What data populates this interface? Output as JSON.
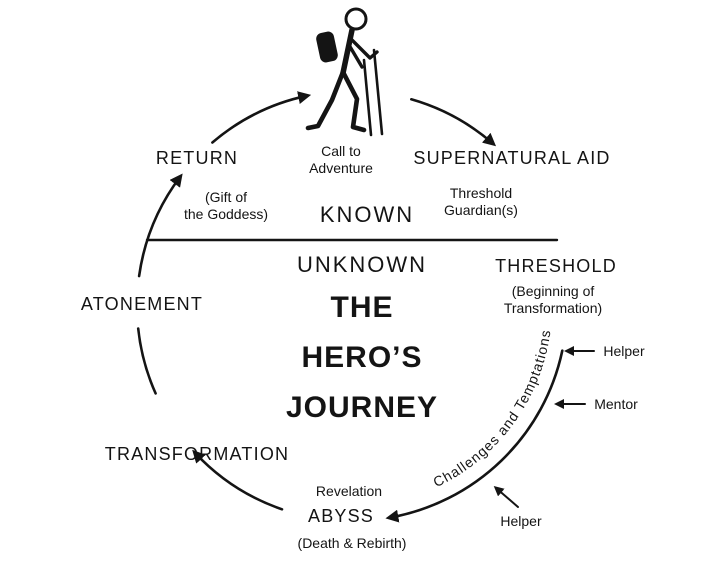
{
  "diagram": {
    "title": "THE\nHERO’S\nJOURNEY",
    "zones": {
      "known": "KNOWN",
      "unknown": "UNKNOWN"
    },
    "stages": {
      "call_to_adventure": "Call to\nAdventure",
      "supernatural_aid": "SUPERNATURAL AID",
      "threshold_guardians": "Threshold\nGuardian(s)",
      "threshold": "THRESHOLD",
      "threshold_sub": "(Beginning of\nTransformation)",
      "challenges": "Challenges and Temptations",
      "abyss": "ABYSS",
      "abyss_sub": "(Death & Rebirth)",
      "revelation": "Revelation",
      "transformation": "TRANSFORMATION",
      "atonement": "ATONEMENT",
      "return": "RETURN",
      "return_sub": "(Gift of\nthe Goddess)"
    },
    "annotations": {
      "helper_top": "Helper",
      "mentor": "Mentor",
      "helper_bottom": "Helper"
    },
    "icons": {
      "hiker": "hiker-icon"
    },
    "colors": {
      "ink": "#141414",
      "background": "#ffffff"
    }
  }
}
